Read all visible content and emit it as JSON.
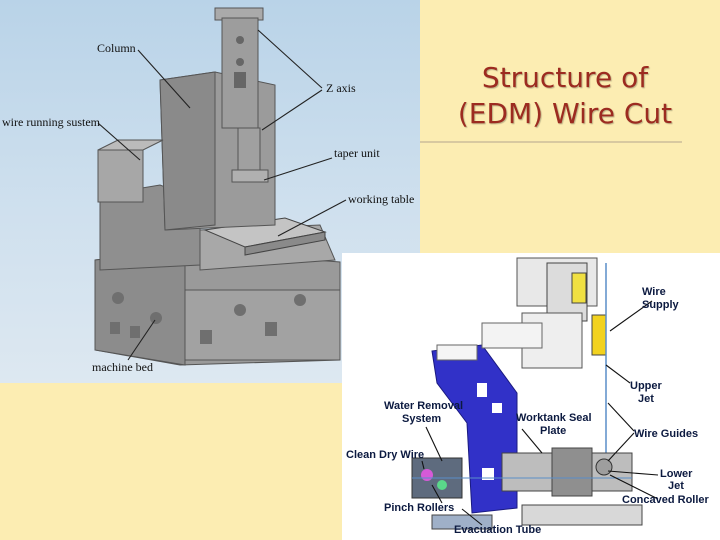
{
  "slide": {
    "title_line1": "Structure of",
    "title_line2": "(EDM) Wire Cut"
  },
  "machine_diagram": {
    "labels": {
      "column": "Column",
      "z_axis": "Z axis",
      "wire_running_system": "wire running sustem",
      "taper_unit": "taper unit",
      "working_table": "working table",
      "machine_bed": "machine bed"
    }
  },
  "wire_path_diagram": {
    "labels": {
      "wire_supply_1": "Wire",
      "wire_supply_2": "Supply",
      "upper_jet_1": "Upper",
      "upper_jet_2": "Jet",
      "water_removal_1": "Water Removal",
      "water_removal_2": "System",
      "worktank_seal_1": "Worktank Seal",
      "worktank_seal_2": "Plate",
      "wire_guides": "Wire Guides",
      "clean_dry_wire": "Clean Dry Wire",
      "lower_jet_1": "Lower",
      "lower_jet_2": "Jet",
      "concaved_roller": "Concaved Roller",
      "pinch_rollers": "Pinch Rollers",
      "evacuation_tube": "Evacuation Tube"
    }
  }
}
